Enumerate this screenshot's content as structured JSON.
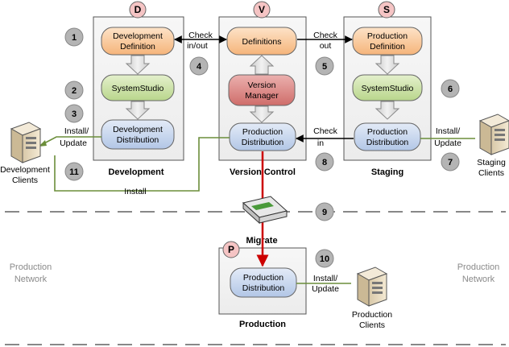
{
  "badges": {
    "d": "D",
    "v": "V",
    "s": "S",
    "p": "P"
  },
  "columns": {
    "development": "Development",
    "version_control": "Version Control",
    "staging": "Staging",
    "production": "Production",
    "migrate": "Migrate"
  },
  "nodes": {
    "dev_def": [
      "Development",
      "Definition"
    ],
    "dev_ss": [
      "SystemStudio"
    ],
    "dev_dist": [
      "Development",
      "Distribution"
    ],
    "definitions": [
      "Definitions"
    ],
    "version_manager": [
      "Version",
      "Manager"
    ],
    "vc_dist": [
      "Production",
      "Distribution"
    ],
    "prod_def": [
      "Production",
      "Definition"
    ],
    "stg_ss": [
      "SystemStudio"
    ],
    "stg_dist": [
      "Production",
      "Distribution"
    ],
    "prod_dist": [
      "Production",
      "Distribution"
    ]
  },
  "edge_labels": {
    "check_inout": [
      "Check",
      "in/out"
    ],
    "check_out": [
      "Check",
      "out"
    ],
    "check_in": [
      "Check",
      "in"
    ],
    "install_update_dev": [
      "Install/",
      "Update"
    ],
    "install_update_stg": [
      "Install/",
      "Update"
    ],
    "install_update_prod": [
      "Install/",
      "Update"
    ],
    "install": "Install"
  },
  "clients": {
    "development": [
      "Development",
      "Clients"
    ],
    "staging": [
      "Staging",
      "Clients"
    ],
    "production": [
      "Production",
      "Clients"
    ]
  },
  "network_labels": {
    "left": [
      "Production",
      "Network"
    ],
    "right": [
      "Production",
      "Network"
    ]
  },
  "steps": [
    "1",
    "2",
    "3",
    "4",
    "5",
    "6",
    "7",
    "8",
    "9",
    "10",
    "11"
  ],
  "colors": {
    "definition": "#f9c89b",
    "systemstudio": "#c9e0a6",
    "distribution": "#c7d7ee",
    "version_manager": "#d9817f",
    "badge": "#f5c4c4",
    "step_circle": "#b4b4b4",
    "install_line": "#6b8e3a",
    "migrate_arrow": "#cc0000"
  }
}
